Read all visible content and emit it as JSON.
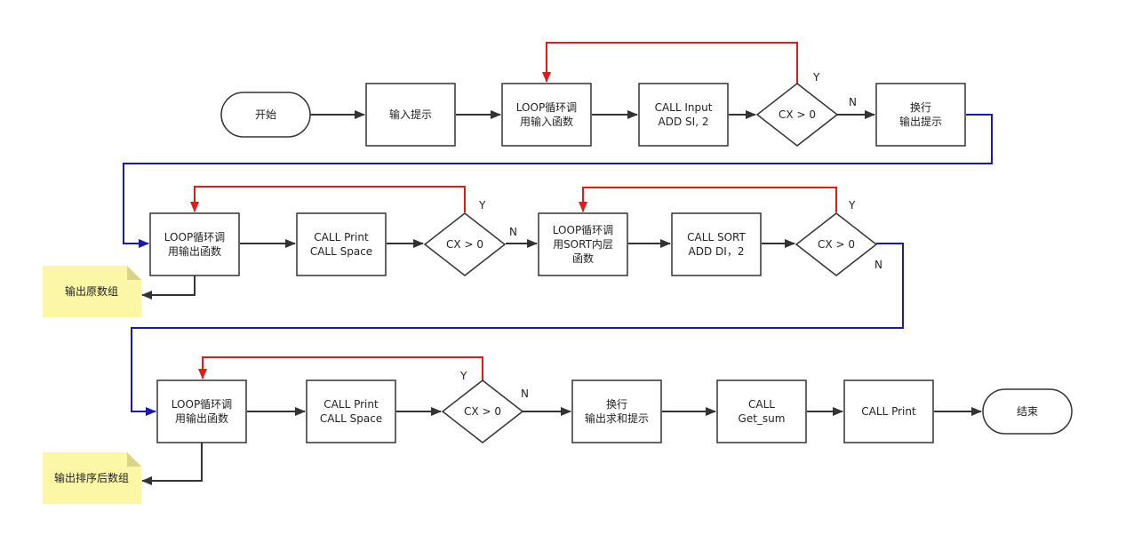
{
  "diagram": {
    "nodes": {
      "start": [
        "开始"
      ],
      "input_prompt": [
        "输入提示"
      ],
      "loop1": [
        "LOOP循环调",
        "用输入函数"
      ],
      "call_input": [
        "CALL Input",
        "ADD SI, 2"
      ],
      "cond1": [
        "CX > 0"
      ],
      "newline1": [
        "换行",
        "输出提示"
      ],
      "loop2": [
        "LOOP循环调",
        "用输出函数"
      ],
      "call_print1": [
        "CALL Print",
        "CALL Space"
      ],
      "cond2": [
        "CX > 0"
      ],
      "loop3": [
        "LOOP循环调",
        "用SORT内层",
        "函数"
      ],
      "call_sort": [
        "CALL SORT",
        "ADD DI，2"
      ],
      "cond3": [
        "CX > 0"
      ],
      "loop4": [
        "LOOP循环调",
        "用输出函数"
      ],
      "call_print2": [
        "CALL Print",
        "CALL Space"
      ],
      "cond4": [
        "CX > 0"
      ],
      "newline2": [
        "换行",
        "输出求和提示"
      ],
      "call_getsum": [
        "CALL",
        "Get_sum"
      ],
      "call_print3": [
        "CALL Print"
      ],
      "end": [
        "结束"
      ]
    },
    "notes": {
      "note1": "输出原数组",
      "note2": "输出排序后数组"
    },
    "branch_labels": {
      "yes": "Y",
      "no": "N"
    },
    "colors": {
      "stroke": "#333333",
      "loop_back": "#e31a1a",
      "connector": "#1a1aaa",
      "note_fill": "#fbf7a6",
      "note_fold": "#d8d48a"
    }
  }
}
